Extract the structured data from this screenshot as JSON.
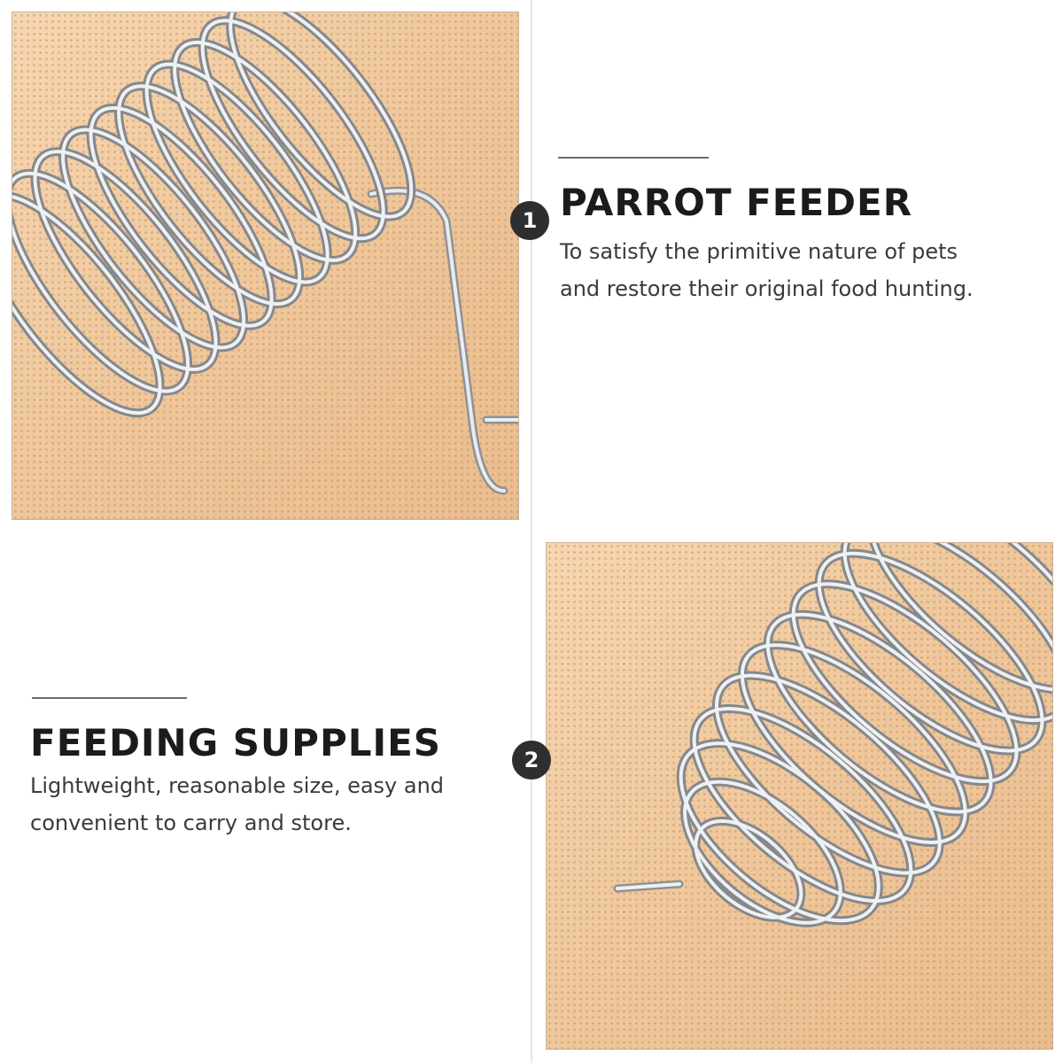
{
  "features": [
    {
      "number": "1",
      "title": "PARROT FEEDER",
      "description_lines": [
        "To satisfy the primitive nature of pets",
        "and restore their original food hunting."
      ]
    },
    {
      "number": "2",
      "title": "FEEDING SUPPLIES",
      "description_lines": [
        "Lightweight, reasonable size, easy and",
        "convenient to carry and store."
      ]
    }
  ],
  "colors": {
    "background": "#ffffff",
    "photo_backdrop": "#efc79d",
    "badge": "#2e2e2e",
    "title_text": "#1b1b1b",
    "body_text": "#3a3a3a",
    "metal": "#bfc2c6"
  },
  "images": [
    {
      "subject": "stainless steel spiral feeder coil with hook, close-up"
    },
    {
      "subject": "stainless steel spiral feeder coil, end view"
    }
  ]
}
